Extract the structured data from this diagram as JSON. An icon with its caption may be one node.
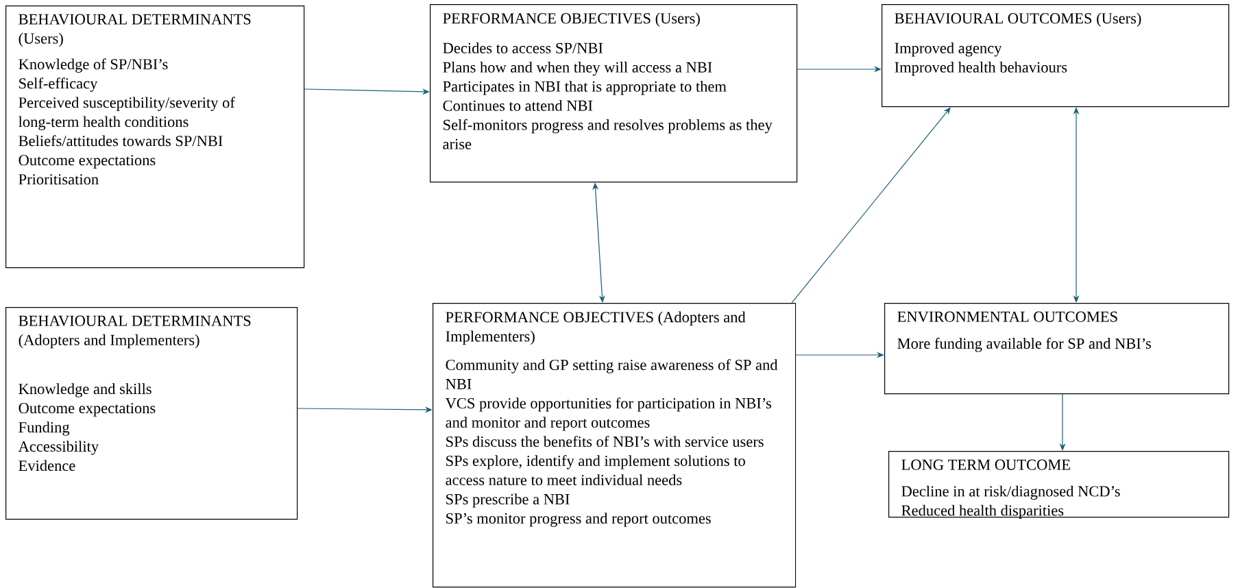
{
  "diagram": {
    "nodes": [
      {
        "text": [
          "BEHAVIOURAL DETERMINANTS (Users)",
          "Knowledge of SP/NBI’s",
          "Self-efficacy",
          "Perceived susceptibility/severity of long-term health conditions",
          "Beliefs/attitudes towards SP/NBI",
          "Outcome expectations",
          "Prioritisation"
        ]
      },
      {
        "text": [
          "PERFORMANCE OBJECTIVES (Users)",
          "Decides to access SP/NBI",
          "Plans how and when they will access a NBI",
          "Participates in NBI that is appropriate to them",
          "Continues to attend NBI",
          "Self-monitors progress and resolves problems as they arise"
        ]
      },
      {
        "text": [
          "BEHAVIOURAL OUTCOMES (Users)",
          "Improved agency",
          "Improved health behaviours"
        ]
      },
      {
        "text": [
          "BEHAVIOURAL DETERMINANTS (Adopters and Implementers)",
          "Knowledge and skills",
          "Outcome expectations",
          "Funding",
          "Accessibility",
          "Evidence"
        ]
      },
      {
        "text": [
          "PERFORMANCE OBJECTIVES (Adopters and Implementers)",
          "Community and GP setting raise awareness of SP and NBI",
          "VCS provide opportunities for participation in NBI’s and monitor and report outcomes",
          "SPs discuss the benefits of NBI’s with service users",
          "SPs explore, identify and implement solutions to access nature to meet individual needs",
          "SPs prescribe a NBI",
          "SP’s monitor progress and report outcomes"
        ]
      },
      {
        "text": [
          "ENVIRONMENTAL OUTCOMES",
          "More funding available for SP and NBI’s"
        ]
      },
      {
        "text": [
          "LONG TERM OUTCOME",
          "Decline in at risk/diagnosed NCD’s",
          "Reduced health disparities"
        ]
      }
    ],
    "edges": [
      {
        "from": 0,
        "to": 1,
        "arrow": "to"
      },
      {
        "from": 1,
        "to": 4,
        "arrow": "both"
      },
      {
        "from": 1,
        "to": 2,
        "arrow": "to"
      },
      {
        "from": 4,
        "to": 2,
        "arrow": "to"
      },
      {
        "from": 2,
        "to": 5,
        "arrow": "both"
      },
      {
        "from": 4,
        "to": 5,
        "arrow": "to"
      },
      {
        "from": 3,
        "to": 4,
        "arrow": "to"
      },
      {
        "from": 5,
        "to": 6,
        "arrow": "to"
      }
    ]
  }
}
